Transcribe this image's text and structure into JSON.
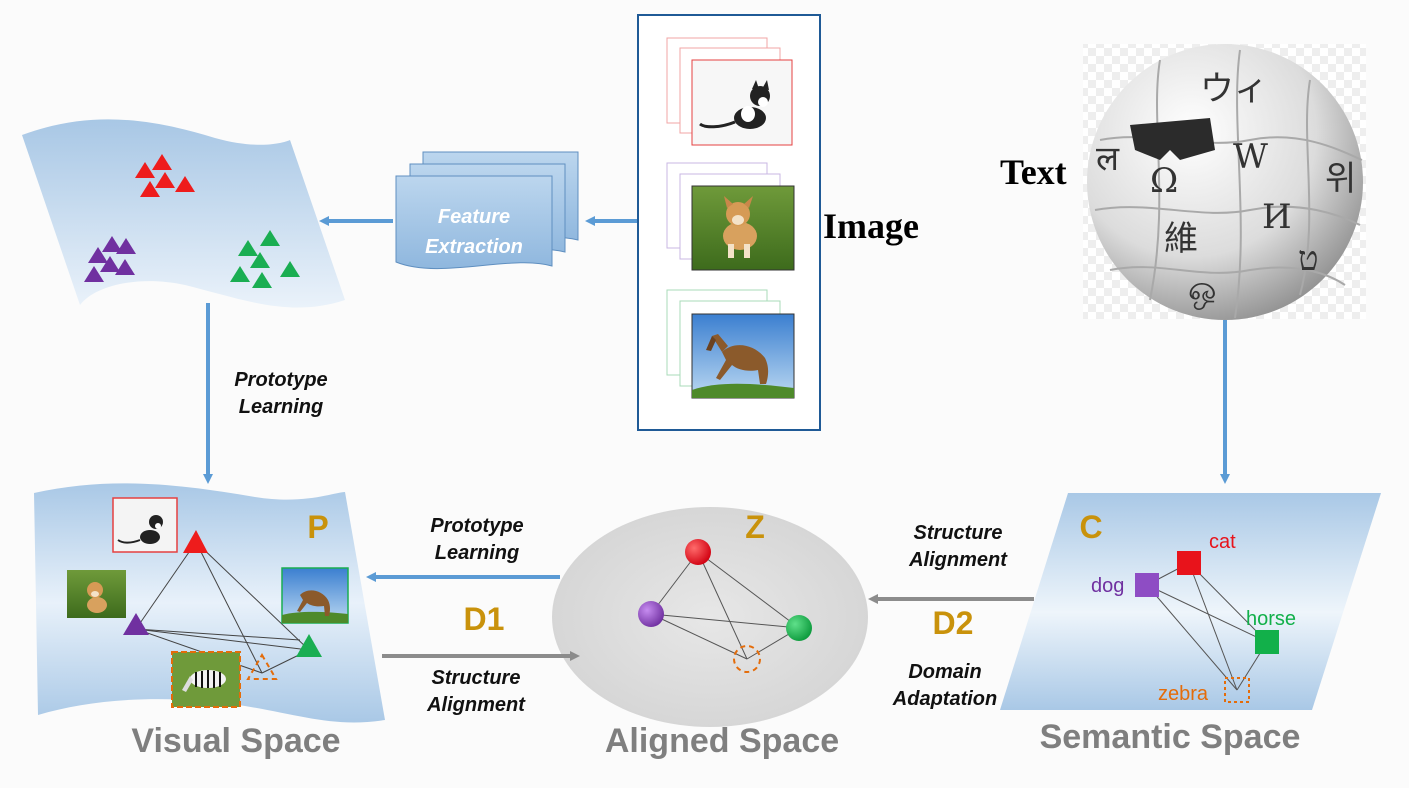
{
  "labels": {
    "feature_extraction_1": "Feature",
    "feature_extraction_2": "Extraction",
    "image": "Image",
    "text": "Text",
    "prototype_learning_top_1": "Prototype",
    "prototype_learning_top_2": "Learning",
    "prototype_learning_mid_1": "Prototype",
    "prototype_learning_mid_2": "Learning",
    "structure_alignment_left_1": "Structure",
    "structure_alignment_left_2": "Alignment",
    "structure_alignment_right_1": "Structure",
    "structure_alignment_right_2": "Alignment",
    "domain_adaptation_1": "Domain",
    "domain_adaptation_2": "Adaptation",
    "d1": "D1",
    "d2": "D2",
    "p": "P",
    "z": "Z",
    "c": "C",
    "visual_space": "Visual Space",
    "aligned_space": "Aligned Space",
    "semantic_space": "Semantic Space"
  },
  "classes": {
    "cat": "cat",
    "dog": "dog",
    "horse": "horse",
    "zebra": "zebra"
  },
  "colors": {
    "cat": "#e8131b",
    "dog": "#7030a0",
    "horse": "#12b04a",
    "zebra": "#e46c0a",
    "arrow_blue": "#5b9bd5",
    "arrow_gray": "#8c8c8c",
    "label_gold": "#c9920b",
    "space_gray": "#7f7f7f"
  },
  "globe_glyphs": [
    "Ω",
    "W",
    "И",
    "維",
    "ウィ",
    "ल",
    "위",
    "ט",
    "ஒ"
  ]
}
